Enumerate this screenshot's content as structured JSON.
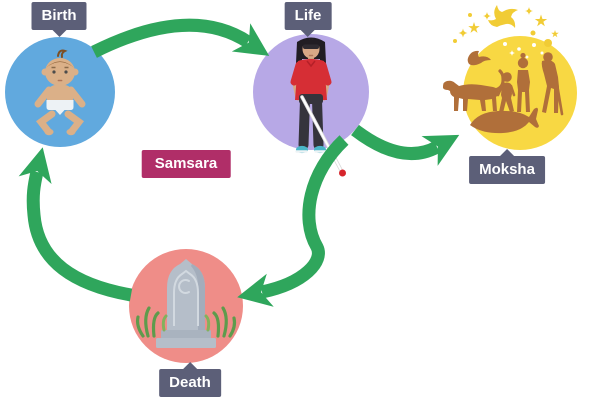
{
  "diagram": {
    "center_label": "Samsara",
    "nodes": {
      "birth": {
        "label": "Birth",
        "icon": "baby-icon"
      },
      "life": {
        "label": "Life",
        "icon": "woman-with-cane-icon"
      },
      "death": {
        "label": "Death",
        "icon": "gravestone-icon"
      },
      "moksha": {
        "label": "Moksha",
        "icon": "reincarnated-beings-icon"
      }
    },
    "arrows": [
      {
        "from": "birth",
        "to": "life"
      },
      {
        "from": "life",
        "to": "moksha"
      },
      {
        "from": "life",
        "to": "death"
      },
      {
        "from": "death",
        "to": "birth"
      }
    ]
  },
  "colors": {
    "arrow": "#2fa65c",
    "birth_circle": "#61a9de",
    "life_circle": "#b7a8e6",
    "moksha_circle": "#f8d843",
    "death_circle": "#ef8d88",
    "moksha_gold": "#f1cc35",
    "silhouette": "#b06f3a",
    "label_box": "#5c5f78",
    "label_text": "#ffffff",
    "samsara_box": "#b02e68"
  }
}
